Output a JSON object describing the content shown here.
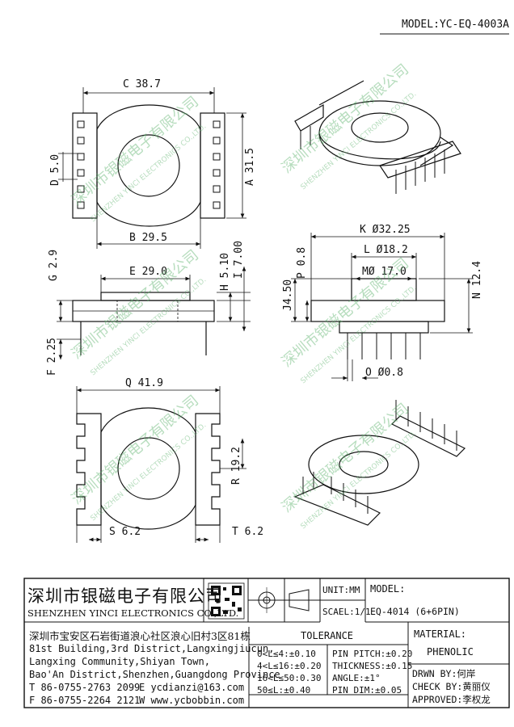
{
  "model_header": "MODEL:YC-EQ-4003A",
  "watermark": {
    "cn": "深圳市银磁电子有限公司",
    "en": "SHENZHEN YINCI ELECTRONICS CO.,LTD."
  },
  "dimensions": {
    "c": "C 38.7",
    "d": "D 5.0",
    "a": "A 31.5",
    "b": "B 29.5",
    "g": "G 2.9",
    "e": "E 29.0",
    "h": "H 5.10",
    "i": "I 7.00",
    "f": "F 2.25",
    "k": "K Ø32.25",
    "l": "L Ø18.2",
    "m": "MØ 17.0",
    "p": "P 0.8",
    "j": "J4.50",
    "n": "N 12.4",
    "o": "O Ø0.8",
    "q": "Q 41.9",
    "r": "R 19.2",
    "s": "S 6.2",
    "t": "T 6.2"
  },
  "title_block": {
    "company_cn": "深圳市银磁电子有限公司",
    "company_en": "SHENZHEN YINCI ELECTRONICS CO.,LTD.",
    "address_cn": "深圳市宝安区石岩街道浪心社区浪心旧村3区81栋",
    "address_en_1": "81st Building,3rd District,Langxingjiucun,",
    "address_en_2": "Langxing Community,Shiyan Town,",
    "address_en_3": "Bao'An District,Shenzhen,Guangdong Province",
    "tel": "T 86-0755-2763 2099",
    "email": "E ycdianzi@163.com",
    "fax": "F 86-0755-2264 2121",
    "web": "W www.ycbobbin.com",
    "unit": "UNIT:MM",
    "scale": "SCAEL:1/1",
    "model_label": "MODEL:",
    "model_value": "EQ-4014 (6+6PIN)",
    "tolerance_title": "TOLERANCE",
    "tol_left": [
      "0<L≤4:±0.10",
      "4<L≤16:±0.20",
      "16<L≤50:0.30",
      "50≤L:±0.40"
    ],
    "tol_right": [
      "PIN PITCH:±0.20",
      "THICKNESS:±0.15",
      "ANGLE:±1°",
      "PIN DIM:±0.05"
    ],
    "material_label": "MATERIAL:",
    "material_value": "PHENOLIC",
    "drawn": "DRWN BY:何岸",
    "check": "CHECK BY:黄丽仪",
    "approved": "APPROVED:李权龙"
  }
}
